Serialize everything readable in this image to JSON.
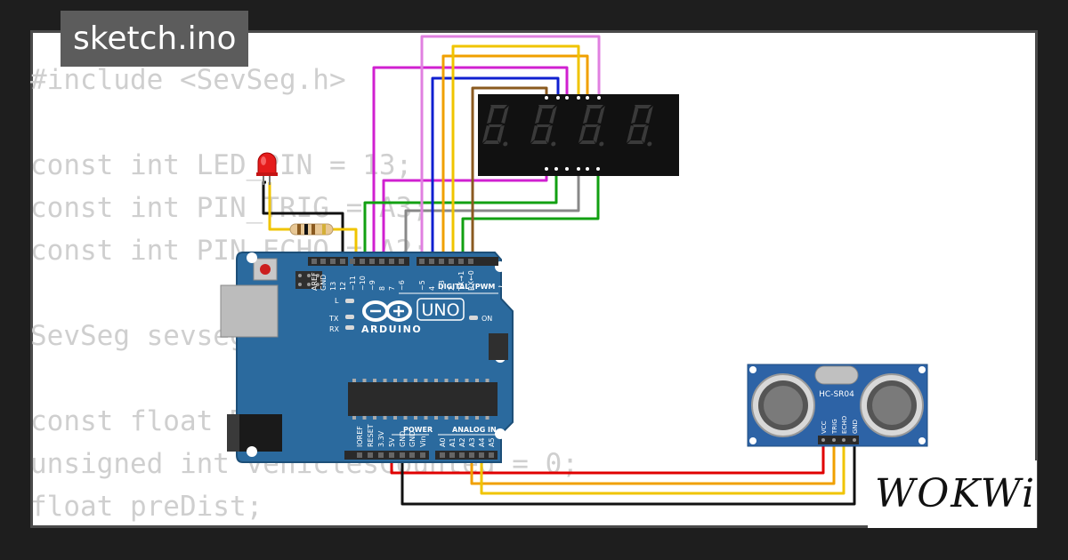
{
  "file": {
    "name": "sketch.ino"
  },
  "code_lines": [
    "#include <SevSeg.h>",
    "",
    "const int LED_PIN = 13;",
    "const int PIN_TRIG = A3;",
    "const int PIN_ECHO = A2;",
    "",
    "SevSeg sevseg;",
    "",
    "const float DISTANCE = 370.0;",
    "unsigned int vehiclesCounted = 0;",
    "float preDist;"
  ],
  "arduino": {
    "logo": "UNO",
    "brand": "ARDUINO",
    "digital_header": "DIGITAL (PWM ~)",
    "analog_header": "ANALOG IN",
    "power_header": "POWER",
    "on_label": "ON",
    "led_labels": [
      "L",
      "TX",
      "RX"
    ],
    "digital_pins": [
      "AREF",
      "GND",
      "13",
      "12",
      "~11",
      "~10",
      "~9",
      "8",
      "7",
      "~6",
      "~5",
      "4",
      "~3",
      "2",
      "TX→1",
      "RX←0"
    ],
    "power_pins": [
      "IOREF",
      "RESET",
      "3.3V",
      "5V",
      "GND",
      "GND",
      "Vin"
    ],
    "analog_pins": [
      "A0",
      "A1",
      "A2",
      "A3",
      "A4",
      "A5"
    ]
  },
  "sensor": {
    "model": "HC-SR04",
    "pins": [
      "VCC",
      "TRIG",
      "ECHO",
      "GND"
    ]
  },
  "display": {
    "digits": 4
  },
  "brand": {
    "logo_text": "WOKWi"
  },
  "colors": {
    "background": "#1e1e1e",
    "board": "#2b6a9e",
    "sensor": "#2d63a6",
    "display": "#111111",
    "wire_red": "#e00000",
    "wire_black": "#111111",
    "wire_yellow": "#f0c400",
    "wire_orange": "#f0a000",
    "wire_green": "#12a012",
    "wire_blue": "#1020d0",
    "wire_magenta": "#d020d0",
    "wire_violet": "#e080e0",
    "wire_gray": "#888888",
    "wire_brown": "#8a5a20"
  }
}
